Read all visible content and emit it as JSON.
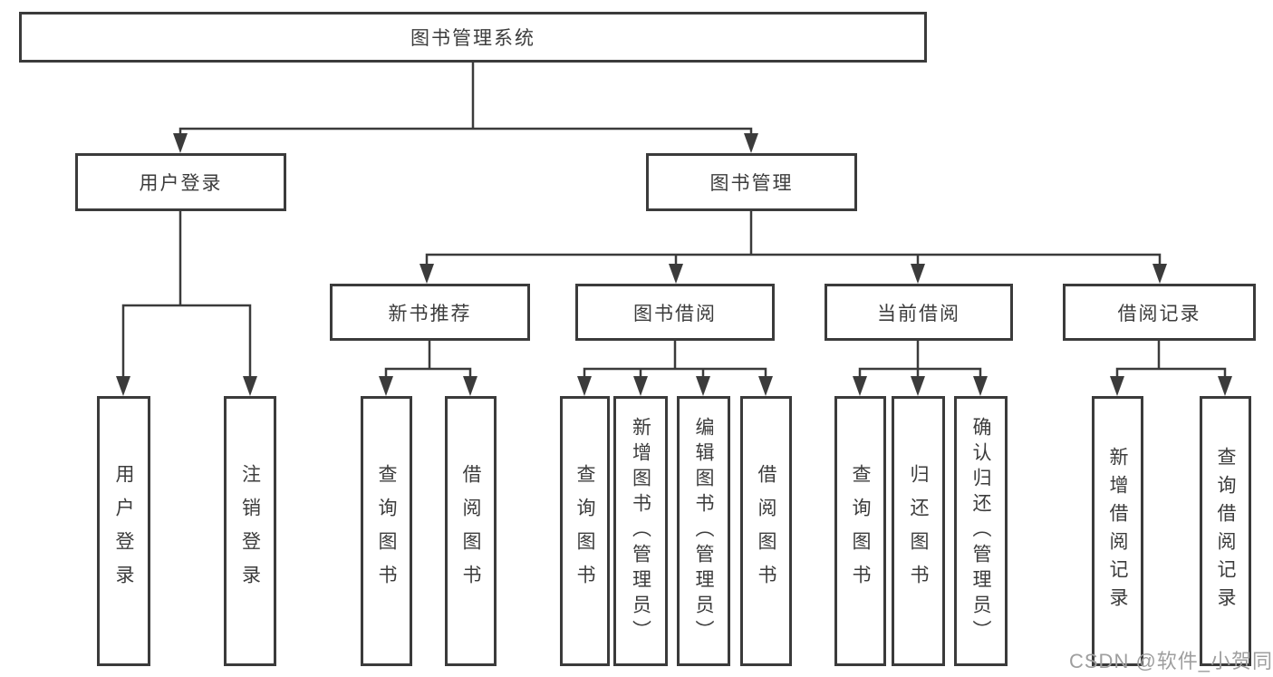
{
  "diagram": {
    "type": "hierarchy-tree",
    "colors": {
      "line": "#3b3b3b",
      "box_border": "#3b3b3b",
      "text": "#3c3c3c",
      "background": "#ffffff"
    }
  },
  "nodes": {
    "root": {
      "label": "图书管理系统"
    },
    "user_login": {
      "label": "用户登录"
    },
    "book_management": {
      "label": "图书管理"
    },
    "new_book_recommend": {
      "label": "新书推荐"
    },
    "book_borrowing": {
      "label": "图书借阅"
    },
    "current_borrowing": {
      "label": "当前借阅"
    },
    "borrowing_records": {
      "label": "借阅记录"
    },
    "leaf_user_login": {
      "label": "用户登录"
    },
    "leaf_logout": {
      "label": "注销登录"
    },
    "leaf_query_book_recommend": {
      "label": "查询图书"
    },
    "leaf_borrow_book_recommend": {
      "label": "借阅图书"
    },
    "leaf_query_book_borrowing": {
      "label": "查询图书"
    },
    "leaf_add_book_admin": {
      "label": "新增图书（管理员）"
    },
    "leaf_edit_book_admin": {
      "label": "编辑图书（管理员）"
    },
    "leaf_borrow_book_borrowing": {
      "label": "借阅图书"
    },
    "leaf_query_book_current": {
      "label": "查询图书"
    },
    "leaf_return_book": {
      "label": "归还图书"
    },
    "leaf_confirm_return_admin": {
      "label": "确认归还（管理员）"
    },
    "leaf_add_borrow_record": {
      "label": "新增借阅记录"
    },
    "leaf_query_borrow_record": {
      "label": "查询借阅记录"
    }
  },
  "watermark": {
    "text": "CSDN @软件_小贺同学",
    "color": "#9e9e9e"
  }
}
